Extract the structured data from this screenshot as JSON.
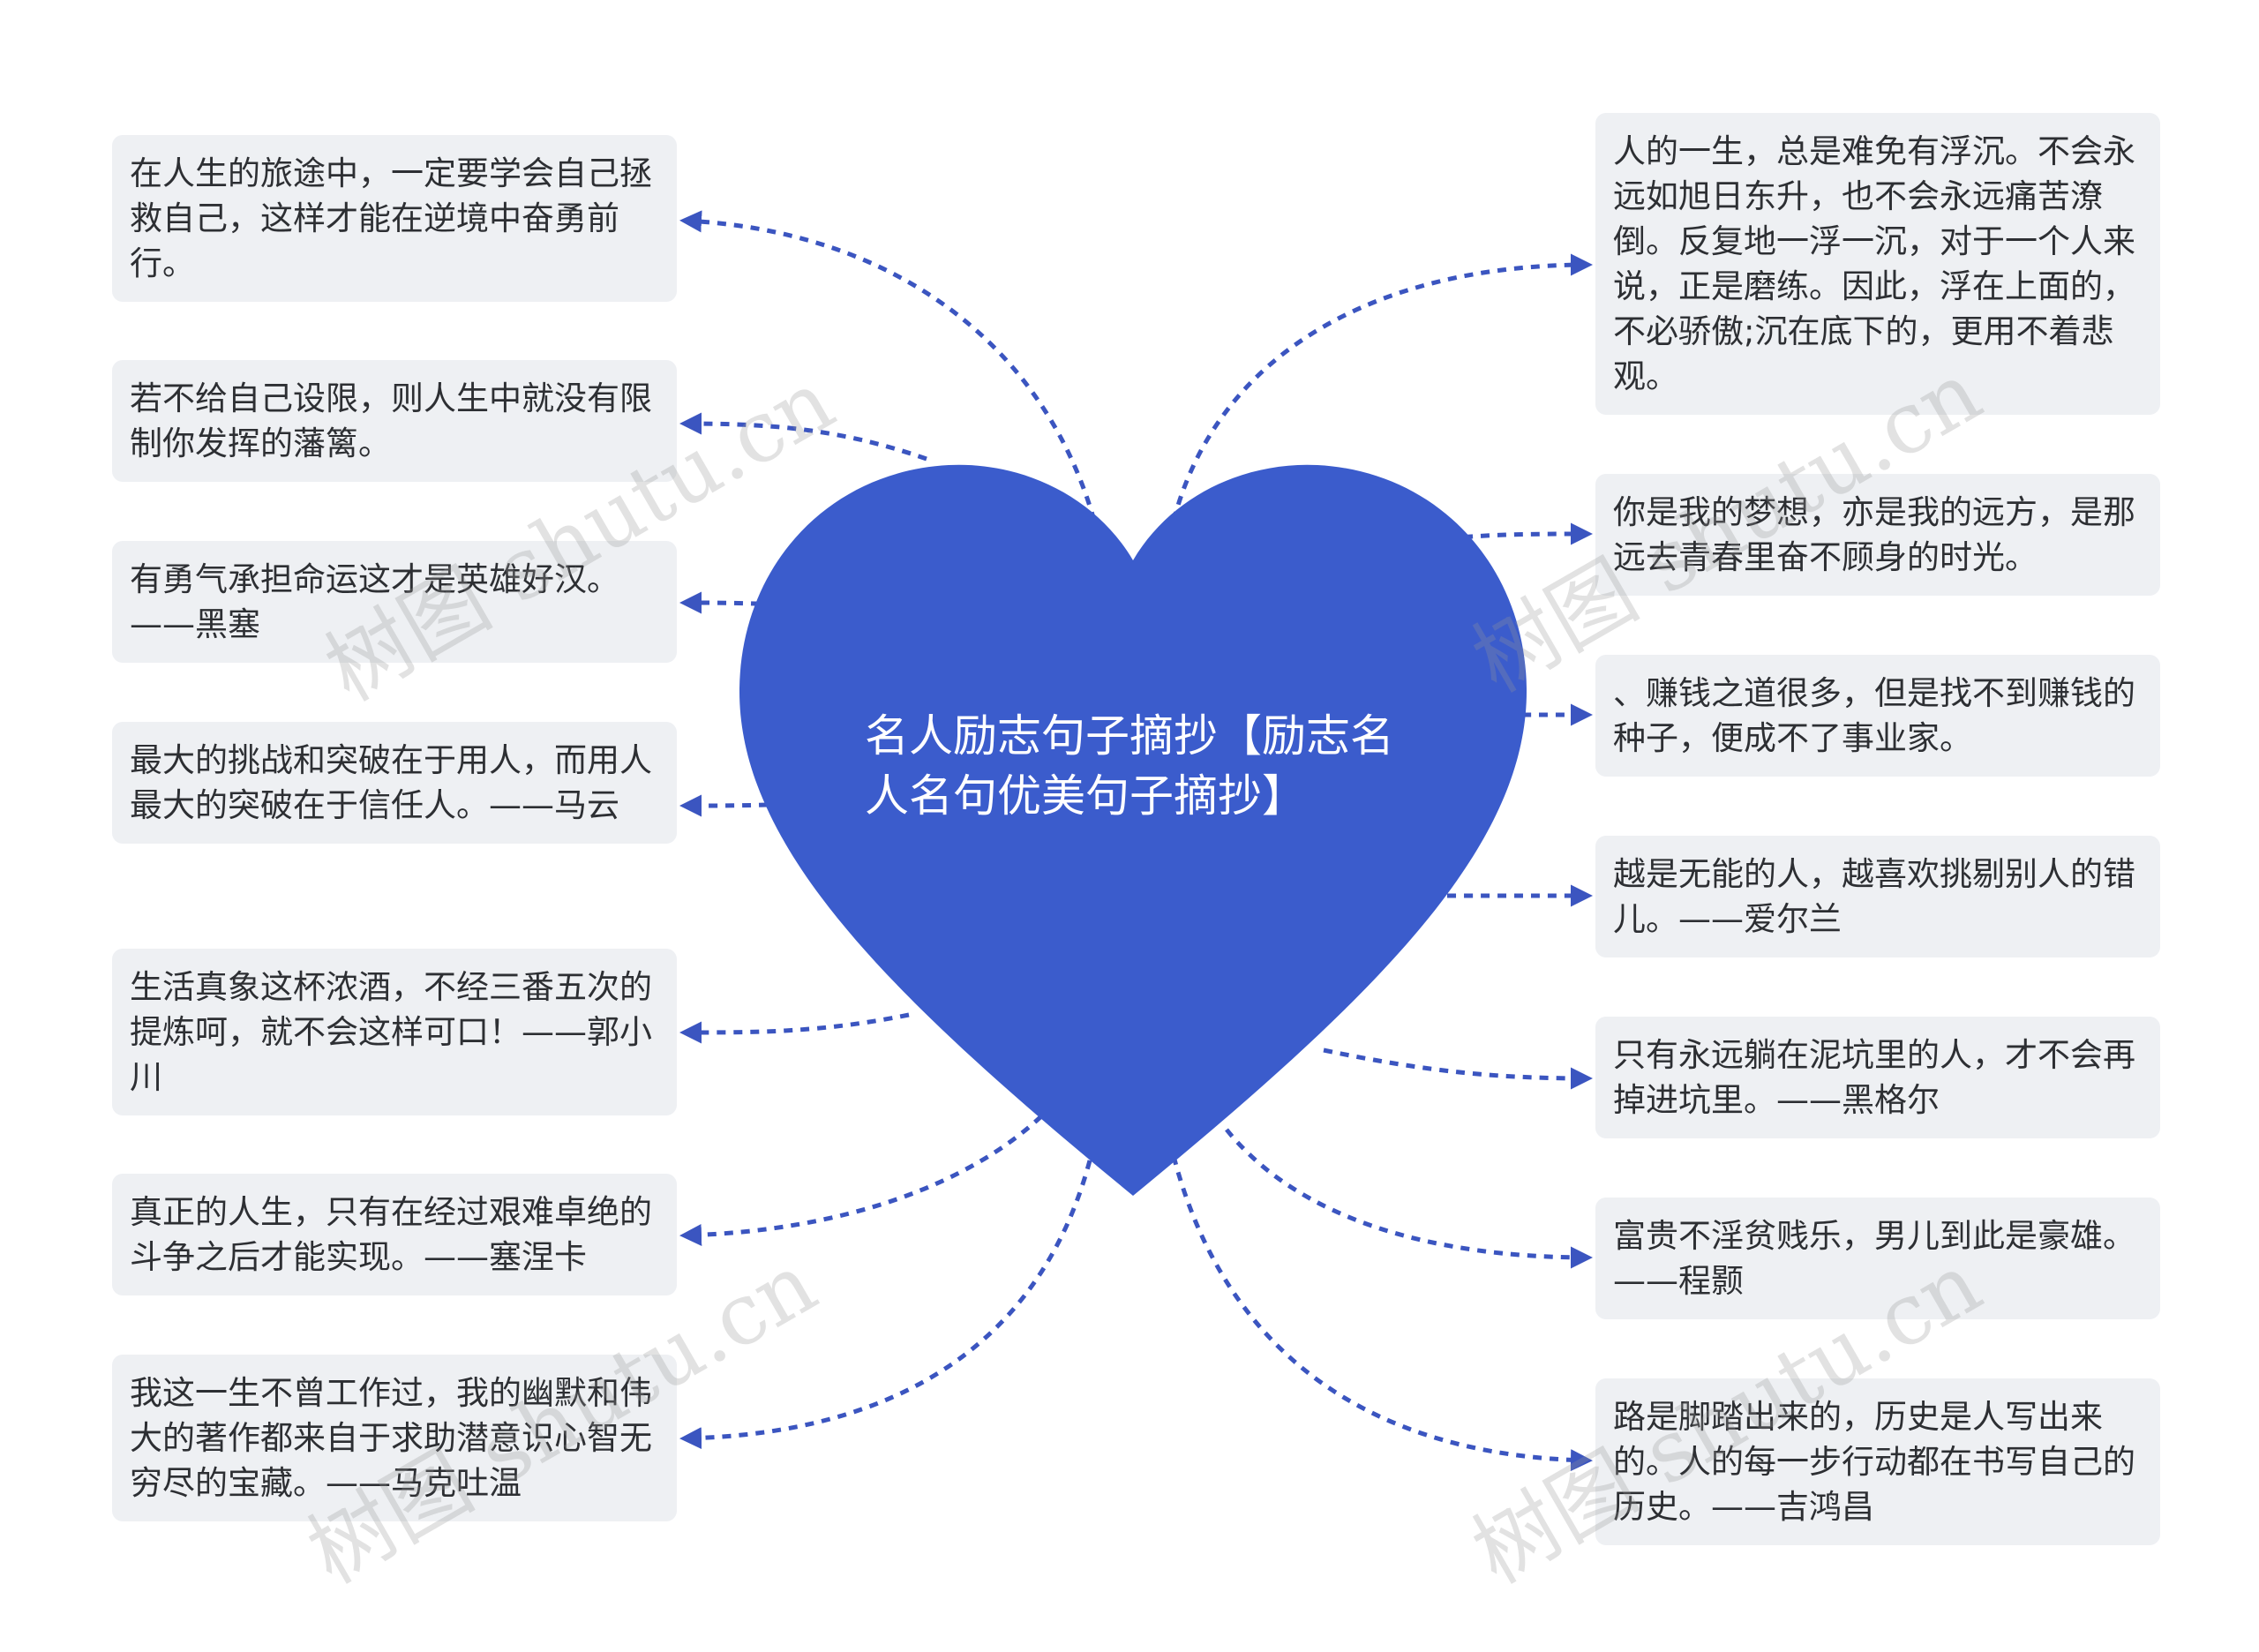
{
  "center": {
    "title": "名人励志句子摘抄【励志名人名句优美句子摘抄】",
    "color": "#3b5ccc"
  },
  "connector_color": "#3b55c0",
  "node_background": "#eef0f3",
  "watermark": "树图 shutu.cn",
  "left_nodes": [
    {
      "text": "在人生的旅途中，一定要学会自己拯救自己，这样才能在逆境中奋勇前行。"
    },
    {
      "text": "若不给自己设限，则人生中就没有限制你发挥的藩篱。"
    },
    {
      "text": "有勇气承担命运这才是英雄好汉。——黑塞"
    },
    {
      "text": "最大的挑战和突破在于用人，而用人最大的突破在于信任人。——马云"
    },
    {
      "text": "生活真象这杯浓酒，不经三番五次的提炼呵，就不会这样可口！——郭小川"
    },
    {
      "text": "真正的人生，只有在经过艰难卓绝的斗争之后才能实现。——塞涅卡"
    },
    {
      "text": "我这一生不曾工作过，我的幽默和伟大的著作都来自于求助潜意识心智无穷尽的宝藏。——马克吐温"
    }
  ],
  "right_nodes": [
    {
      "text": "人的一生，总是难免有浮沉。不会永远如旭日东升，也不会永远痛苦潦倒。反复地一浮一沉，对于一个人来说，正是磨练。因此，浮在上面的，不必骄傲;沉在底下的，更用不着悲观。"
    },
    {
      "text": "你是我的梦想，亦是我的远方，是那远去青春里奋不顾身的时光。"
    },
    {
      "text": "、赚钱之道很多，但是找不到赚钱的种子，便成不了事业家。"
    },
    {
      "text": "越是无能的人，越喜欢挑剔别人的错儿。——爱尔兰"
    },
    {
      "text": "只有永远躺在泥坑里的人，才不会再掉进坑里。——黑格尔"
    },
    {
      "text": "富贵不淫贫贱乐，男儿到此是豪雄。——程颢"
    },
    {
      "text": "路是脚踏出来的，历史是人写出来的。人的每一步行动都在书写自己的历史。——吉鸿昌"
    }
  ]
}
